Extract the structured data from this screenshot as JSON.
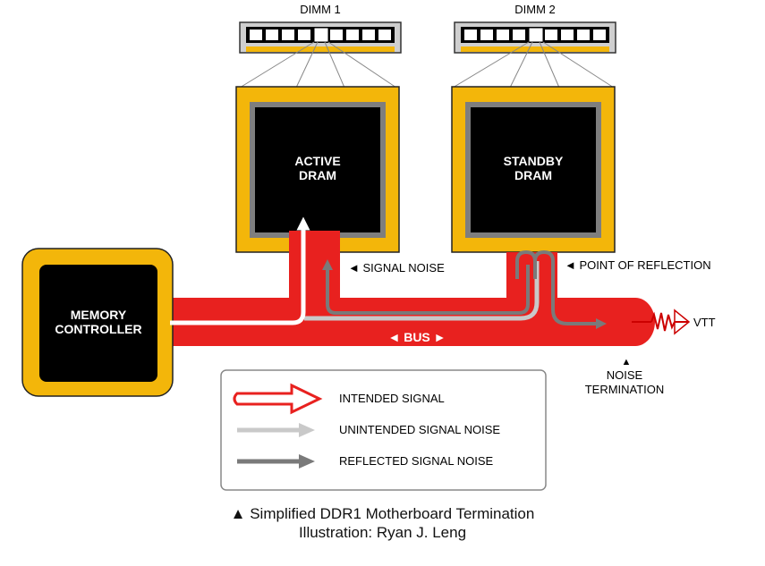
{
  "colors": {
    "bus_red": "#e8211f",
    "chip_gold": "#f3b60a",
    "chip_black": "#000000",
    "chip_gray": "#7e7e7e",
    "light_gray": "#c9c9c9",
    "dark_gray": "#7a7a7a"
  },
  "dimm1": {
    "label": "DIMM 1"
  },
  "dimm2": {
    "label": "DIMM 2"
  },
  "active_dram": {
    "line1": "ACTIVE",
    "line2": "DRAM"
  },
  "standby_dram": {
    "line1": "STANDBY",
    "line2": "DRAM"
  },
  "memory_controller": {
    "line1": "MEMORY",
    "line2": "CONTROLLER"
  },
  "bus": {
    "label": "◄ BUS ►"
  },
  "callouts": {
    "signal_noise": "◄ SIGNAL NOISE",
    "point_of_reflection": "◄ POINT OF REFLECTION",
    "vtt": "VTT",
    "noise_termination_marker": "▲",
    "noise_termination_line1": "NOISE",
    "noise_termination_line2": "TERMINATION"
  },
  "legend": {
    "intended": "INTENDED SIGNAL",
    "unintended": "UNINTENDED SIGNAL NOISE",
    "reflected": "REFLECTED SIGNAL NOISE"
  },
  "caption": {
    "line1": "▲ Simplified DDR1 Motherboard Termination",
    "line2": "Illustration: Ryan J. Leng"
  }
}
